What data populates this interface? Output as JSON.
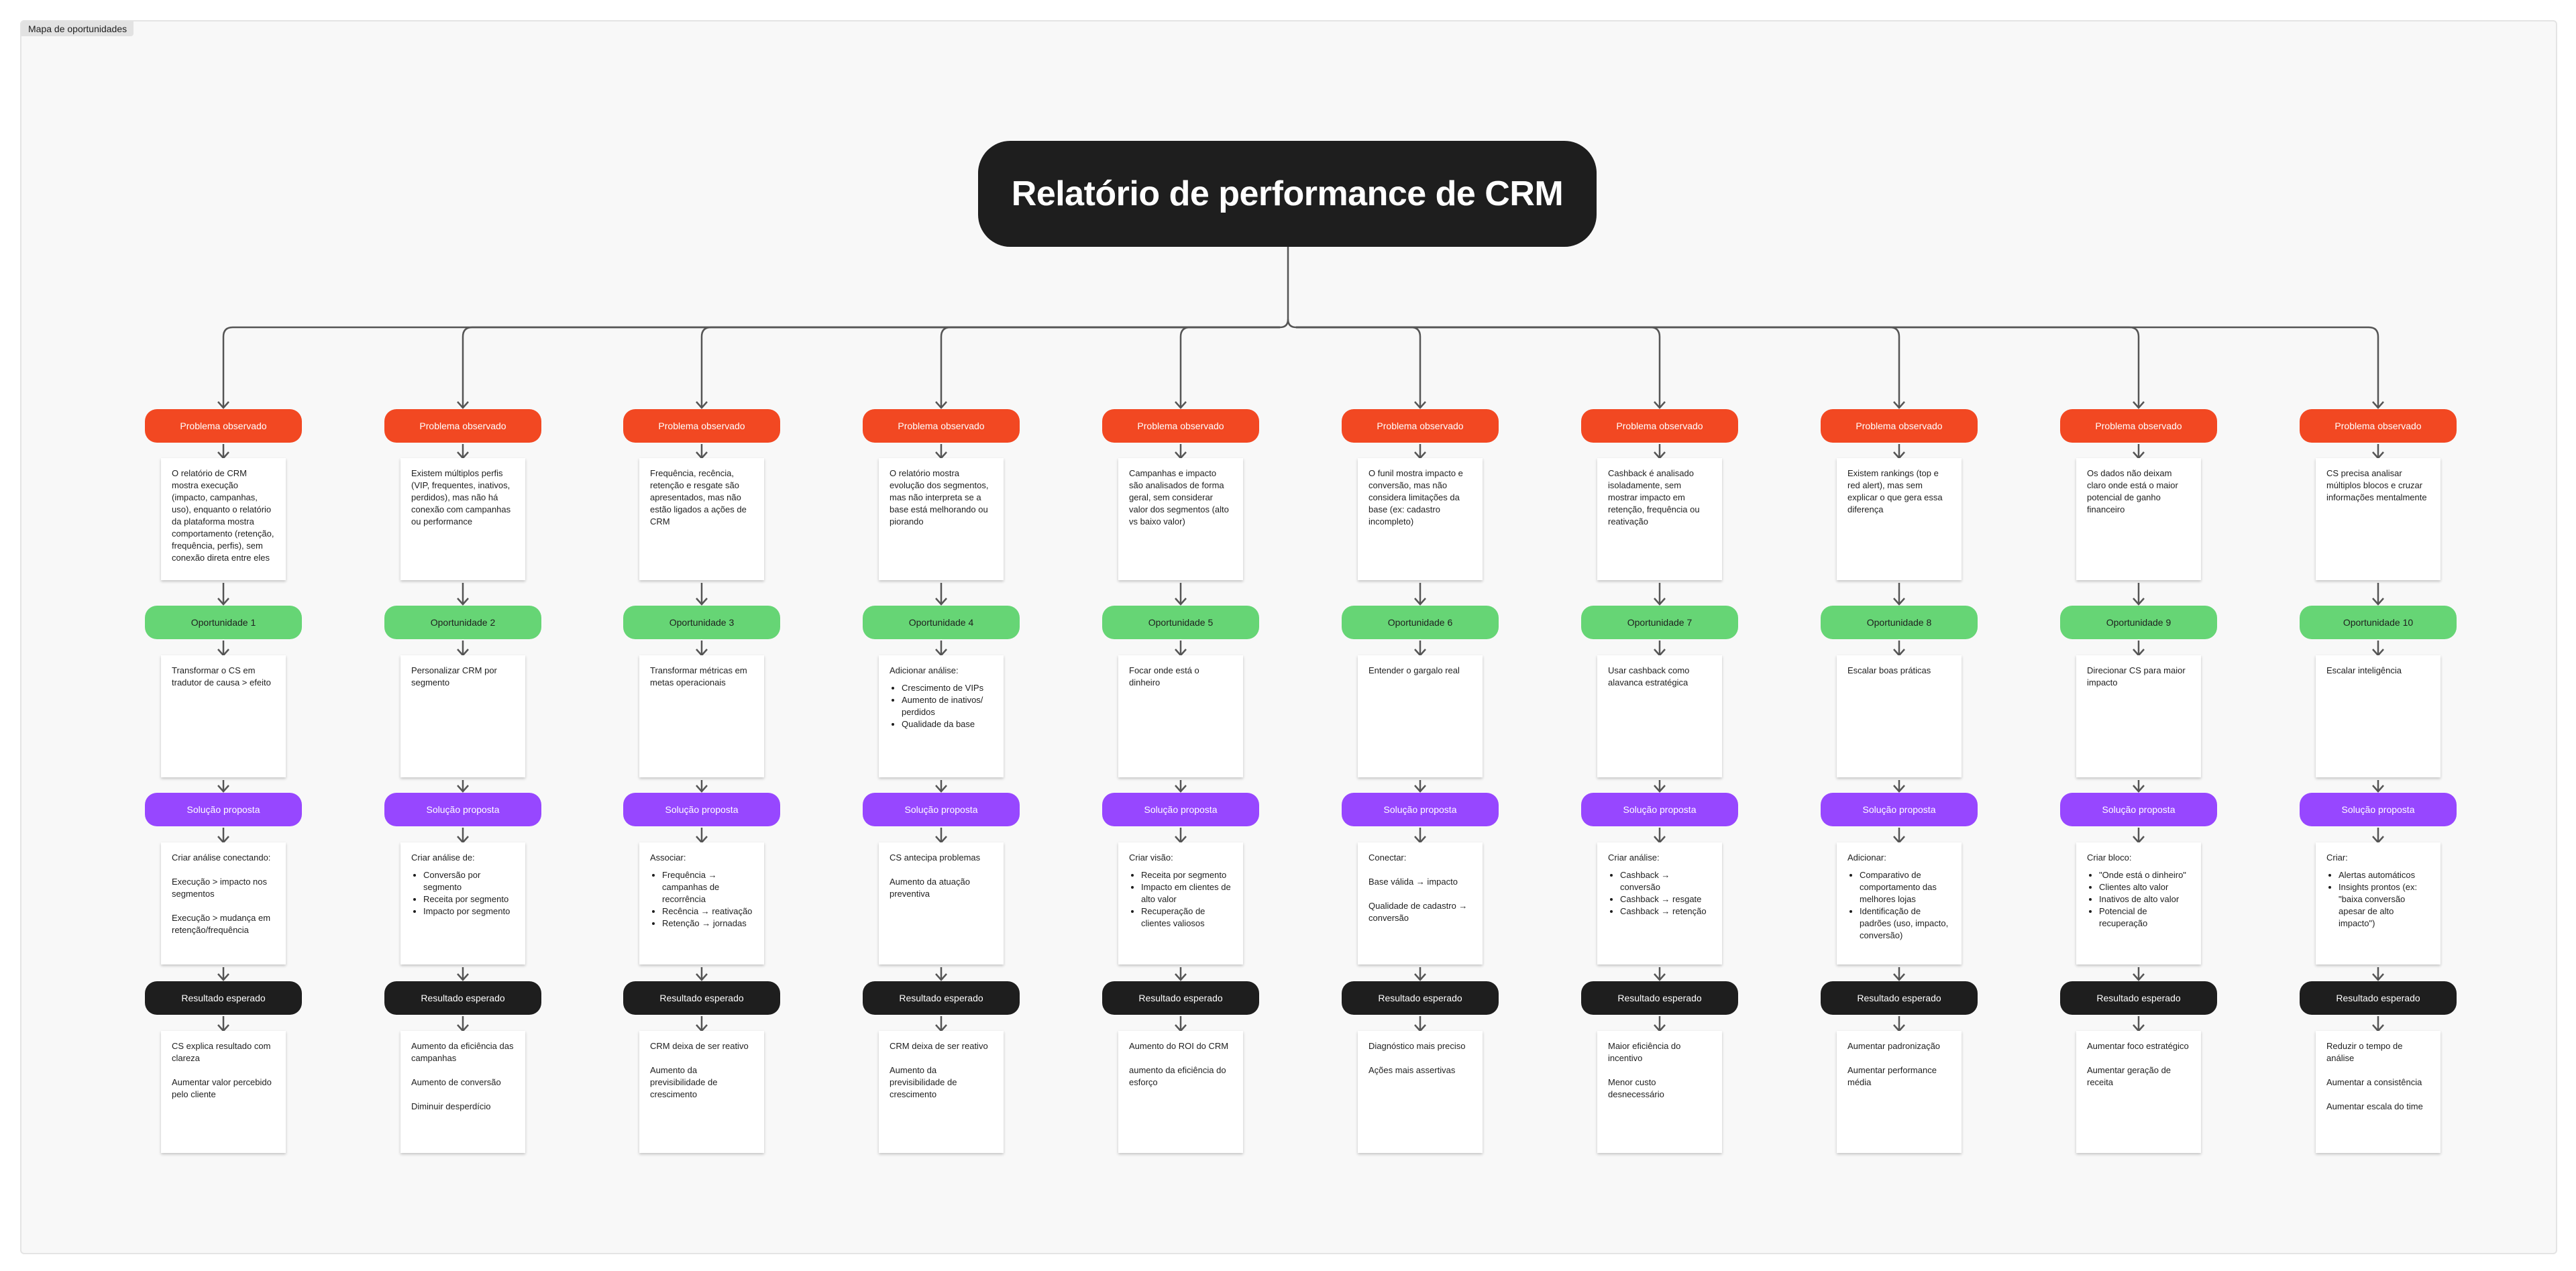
{
  "frame_label": "Mapa de oportunidades",
  "title": "Relatório de performance de CRM",
  "labels": {
    "problem": "Problema observado",
    "solution": "Solução proposta",
    "result": "Resultado esperado"
  },
  "colors": {
    "problem": "#f24822",
    "opportunity": "#66d575",
    "solution": "#9747ff",
    "result": "#1e1e1e",
    "title_bg": "#1e1e1e"
  },
  "columns": [
    {
      "problem": [
        "O relatório de CRM mostra execução (impacto, campanhas, uso), enquanto o relatório da plataforma mostra comportamento (retenção, frequência, perfis), sem conexão direta entre eles"
      ],
      "opportunity": "Oportunidade 1",
      "opportunity_text": [
        "Transformar o CS em tradutor de causa > efeito"
      ],
      "solution": {
        "lines": [
          "Criar análise conectando:",
          "",
          "Execução > impacto nos segmentos",
          "",
          "Execução > mudança em retenção/frequência"
        ],
        "bullets": []
      },
      "result": [
        "CS explica resultado com clareza",
        "",
        "Aumentar valor percebido pelo cliente"
      ]
    },
    {
      "problem": [
        "Existem múltiplos perfis (VIP, frequentes, inativos, perdidos), mas não há conexão com campanhas ou performance"
      ],
      "opportunity": "Oportunidade 2",
      "opportunity_text": [
        "Personalizar CRM por segmento"
      ],
      "solution": {
        "lines": [
          "Criar análise de:"
        ],
        "bullets": [
          "Conversão por segmento",
          "Receita por segmento",
          "Impacto por segmento"
        ]
      },
      "result": [
        "Aumento da eficiência das campanhas",
        "",
        "Aumento de conversão",
        "",
        "Diminuir desperdício"
      ]
    },
    {
      "problem": [
        "Frequência, recência, retenção e resgate são apresentados, mas não estão ligados a ações de CRM"
      ],
      "opportunity": "Oportunidade 3",
      "opportunity_text": [
        "Transformar métricas em metas operacionais"
      ],
      "solution": {
        "lines": [
          "Associar:"
        ],
        "bullets": [
          "Frequência → campanhas de recorrência",
          "Recência → reativação",
          "Retenção → jornadas"
        ]
      },
      "result": [
        "CRM deixa de ser reativo",
        "",
        "Aumento da previsibilidade de crescimento"
      ]
    },
    {
      "problem": [
        "O relatório mostra evolução dos segmentos, mas não interpreta se a base está melhorando ou piorando"
      ],
      "opportunity": "Oportunidade 4",
      "opportunity_text": [
        "Adicionar análise:"
      ],
      "opportunity_bullets": [
        "Crescimento de VIPs",
        "Aumento de inativos/ perdidos",
        "Qualidade da base"
      ],
      "solution": {
        "lines": [
          "CS antecipa problemas",
          "",
          "Aumento da atuação preventiva"
        ],
        "bullets": []
      },
      "result": [
        "CRM deixa de ser reativo",
        "",
        "Aumento da previsibilidade de crescimento"
      ]
    },
    {
      "problem": [
        "Campanhas e impacto são analisados de forma geral, sem considerar valor dos segmentos (alto vs baixo valor)"
      ],
      "opportunity": "Oportunidade 5",
      "opportunity_text": [
        "Focar onde está o dinheiro"
      ],
      "solution": {
        "lines": [
          "Criar visão:"
        ],
        "bullets": [
          "Receita por segmento",
          "Impacto em clientes de alto valor",
          "Recuperação de clientes valiosos"
        ]
      },
      "result": [
        "Aumento do ROI do CRM",
        "",
        "aumento da eficiência do esforço"
      ]
    },
    {
      "problem": [
        "O funil mostra impacto e conversão, mas não considera limitações da base (ex: cadastro incompleto)"
      ],
      "opportunity": "Oportunidade 6",
      "opportunity_text": [
        "Entender o gargalo real"
      ],
      "solution": {
        "lines": [
          "Conectar:",
          "",
          "Base válida → impacto",
          "",
          "Qualidade de cadastro → conversão"
        ],
        "bullets": []
      },
      "result": [
        "Diagnóstico mais preciso",
        "",
        "Ações mais assertivas"
      ]
    },
    {
      "problem": [
        "Cashback é analisado isoladamente, sem mostrar impacto em retenção, frequência ou reativação"
      ],
      "opportunity": "Oportunidade 7",
      "opportunity_text": [
        "Usar cashback como alavanca estratégica"
      ],
      "solution": {
        "lines": [
          "Criar análise:"
        ],
        "bullets": [
          "Cashback → conversão",
          "Cashback → resgate",
          "Cashback → retenção"
        ]
      },
      "result": [
        "Maior eficiência do incentivo",
        "",
        "Menor custo desnecessário"
      ]
    },
    {
      "problem": [
        "Existem rankings (top e red alert), mas sem explicar o que gera essa diferença"
      ],
      "opportunity": "Oportunidade 8",
      "opportunity_text": [
        "Escalar boas práticas"
      ],
      "solution": {
        "lines": [
          "Adicionar:"
        ],
        "bullets": [
          "Comparativo de comportamento das melhores lojas",
          "Identificação de padrões (uso, impacto, conversão)"
        ]
      },
      "result": [
        "Aumentar padronização",
        "",
        "Aumentar performance média"
      ]
    },
    {
      "problem": [
        "Os dados não deixam claro onde está o maior potencial de ganho financeiro"
      ],
      "opportunity": "Oportunidade 9",
      "opportunity_text": [
        "Direcionar CS para maior impacto"
      ],
      "solution": {
        "lines": [
          "Criar bloco:"
        ],
        "bullets": [
          "\"Onde está o dinheiro\"",
          "Clientes alto valor",
          "Inativos de alto valor",
          "Potencial de recuperação"
        ]
      },
      "result": [
        "Aumentar foco estratégico",
        "",
        "Aumentar geração de receita"
      ]
    },
    {
      "problem": [
        "CS precisa analisar múltiplos blocos e cruzar informações mentalmente"
      ],
      "opportunity": "Oportunidade 10",
      "opportunity_text": [
        "Escalar inteligência"
      ],
      "solution": {
        "lines": [
          "Criar:"
        ],
        "bullets": [
          "Alertas automáticos",
          "Insights prontos (ex: \"baixa conversão apesar de alto impacto\")"
        ]
      },
      "result": [
        "Reduzir o tempo de análise",
        "",
        "Aumentar a consistência",
        "",
        "Aumentar escala do time"
      ]
    }
  ]
}
